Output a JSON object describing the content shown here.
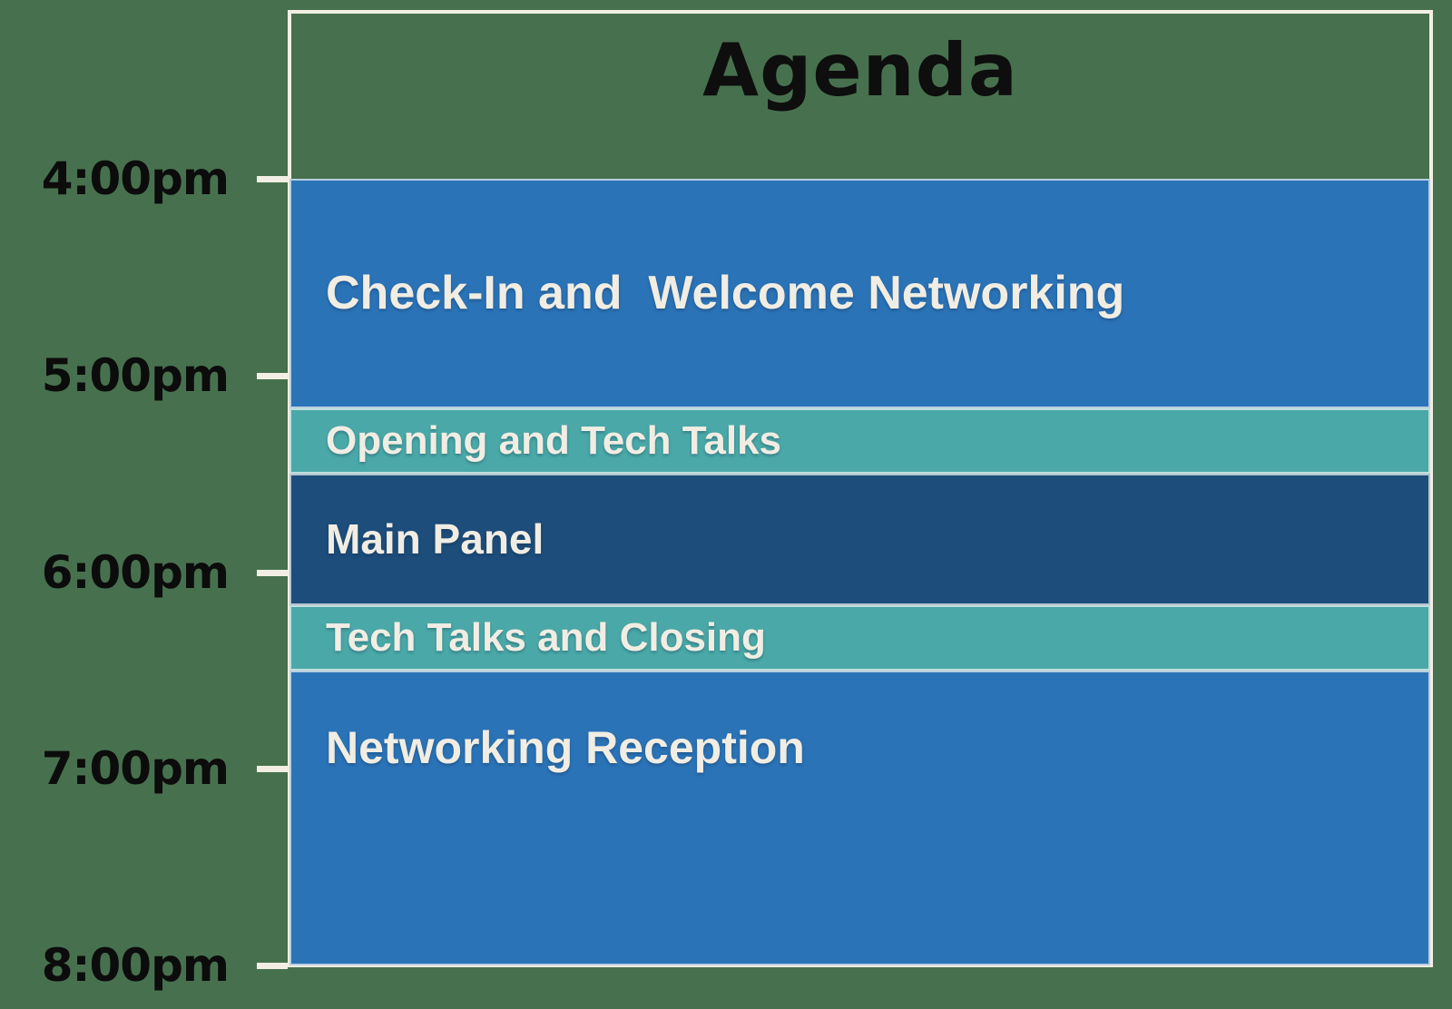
{
  "theme": {
    "background": "#47714E",
    "plot_border_color": "#F2EEE3",
    "tick_color": "#F2EEE3",
    "title_color": "#0E0E0E",
    "time_label_color": "#0C0C0C",
    "event_text_color": "#F1EDE3"
  },
  "chart_data": {
    "type": "bar",
    "subtype": "vertical-schedule-timeline",
    "title": "Agenda",
    "time_axis": {
      "side": "left",
      "tick_labels": [
        "4:00pm",
        "5:00pm",
        "6:00pm",
        "7:00pm",
        "8:00pm"
      ],
      "range": [
        "4:00pm",
        "8:00pm"
      ],
      "range_minutes": [
        0,
        240
      ],
      "grid": false
    },
    "legend": null,
    "events": [
      {
        "label": "Check-In and  Welcome Networking",
        "start": "4:00pm",
        "end": "5:10pm",
        "start_min": 0,
        "end_min": 70,
        "color": "#2B73B7"
      },
      {
        "label": "Opening and Tech Talks",
        "start": "5:10pm",
        "end": "5:30pm",
        "start_min": 70,
        "end_min": 90,
        "color": "#4AA9A8"
      },
      {
        "label": "Main Panel",
        "start": "5:30pm",
        "end": "6:10pm",
        "start_min": 90,
        "end_min": 130,
        "color": "#1D4D7B"
      },
      {
        "label": "Tech Talks and Closing",
        "start": "6:10pm",
        "end": "6:30pm",
        "start_min": 130,
        "end_min": 150,
        "color": "#4AA9A8"
      },
      {
        "label": "Networking Reception",
        "start": "6:30pm",
        "end": "8:00pm",
        "start_min": 150,
        "end_min": 240,
        "color": "#2B73B7"
      }
    ]
  }
}
